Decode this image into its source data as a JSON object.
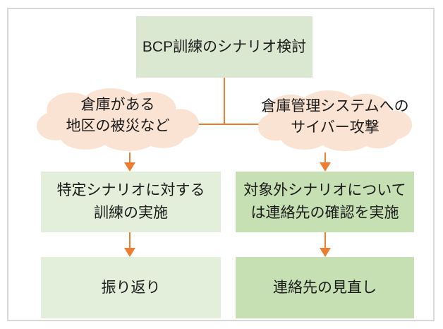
{
  "colors": {
    "box-green-top": "#dbe8d1",
    "box-green-light": "#e3efda",
    "box-green-medium": "#c6e0b4",
    "cloud-peach": "#fbe3d4",
    "connector-orange": "#ed7d31",
    "border-gray": "#d8d8d8",
    "text-color": "#1b1b1b"
  },
  "flow": {
    "top_box": {
      "label": "BCP訓練のシナリオ検討"
    },
    "clouds": [
      {
        "text": "倉庫がある\n地区の被災など"
      },
      {
        "text": "倉庫管理システムへの\nサイバー攻撃"
      }
    ],
    "middle_boxes": [
      {
        "text": "特定シナリオに対する\n訓練の実施"
      },
      {
        "text": "対象外シナリオについて\nは連絡先の確認を実施"
      }
    ],
    "bottom_boxes": [
      {
        "text": "振り返り"
      },
      {
        "text": "連絡先の見直し"
      }
    ]
  }
}
